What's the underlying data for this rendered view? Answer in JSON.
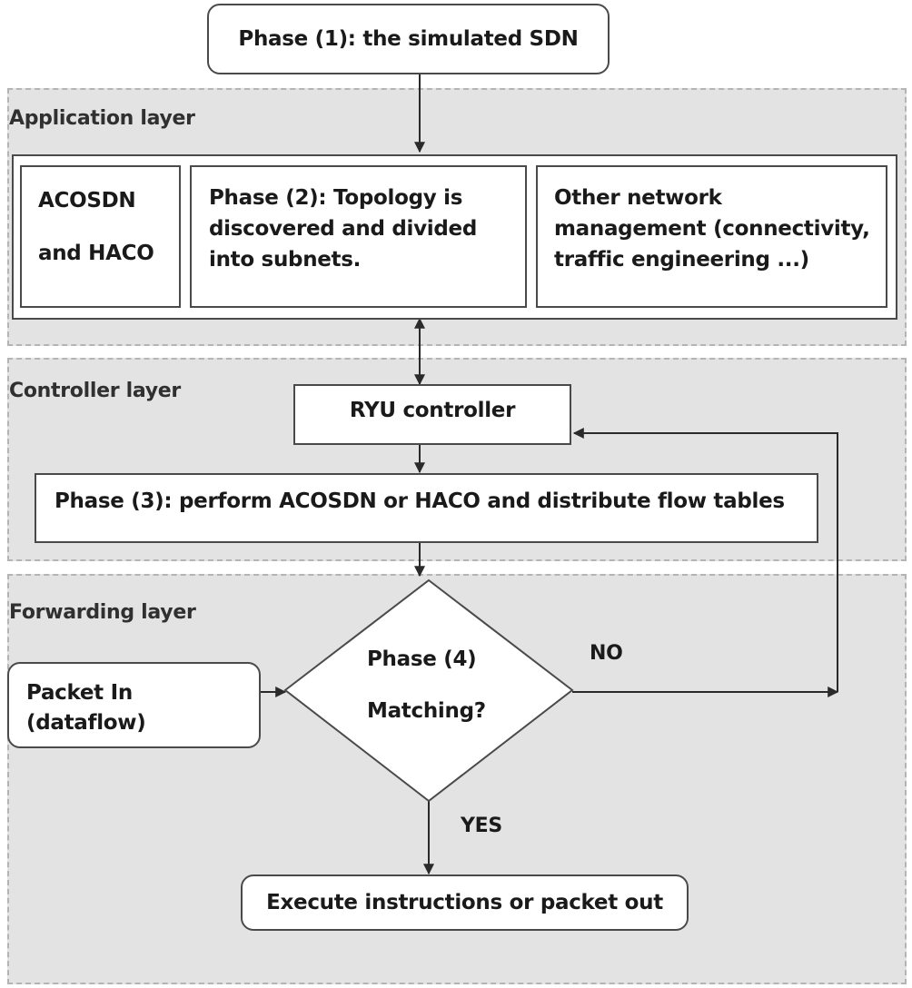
{
  "phase1": {
    "label": "Phase (1): the simulated SDN"
  },
  "layers": {
    "application": "Application layer",
    "controller": "Controller layer",
    "forwarding": "Forwarding layer"
  },
  "application_boxes": {
    "acosdn": {
      "line1": "ACOSDN",
      "line2": "and HACO"
    },
    "phase2": {
      "line1": "Phase (2): Topology is",
      "line2": "discovered and divided",
      "line3": "into subnets."
    },
    "other": {
      "line1": "Other network",
      "line2": "management (connectivity,",
      "line3": "traffic engineering ...)"
    }
  },
  "controller": {
    "ryu": "RYU controller",
    "phase3": "Phase (3): perform ACOSDN or HACO and distribute flow tables"
  },
  "forwarding": {
    "packet_in": {
      "line1": "Packet In",
      "line2": "(dataflow)"
    },
    "decision": {
      "line1": "Phase (4)",
      "line2": "Matching?"
    },
    "no_label": "NO",
    "yes_label": "YES",
    "execute": "Execute instructions or packet out"
  },
  "colors": {
    "layer_fill": "#e3e3e3",
    "layer_border": "#b4b4b4",
    "box_border": "#4a4a4a",
    "arrow": "#2a2a2a"
  }
}
